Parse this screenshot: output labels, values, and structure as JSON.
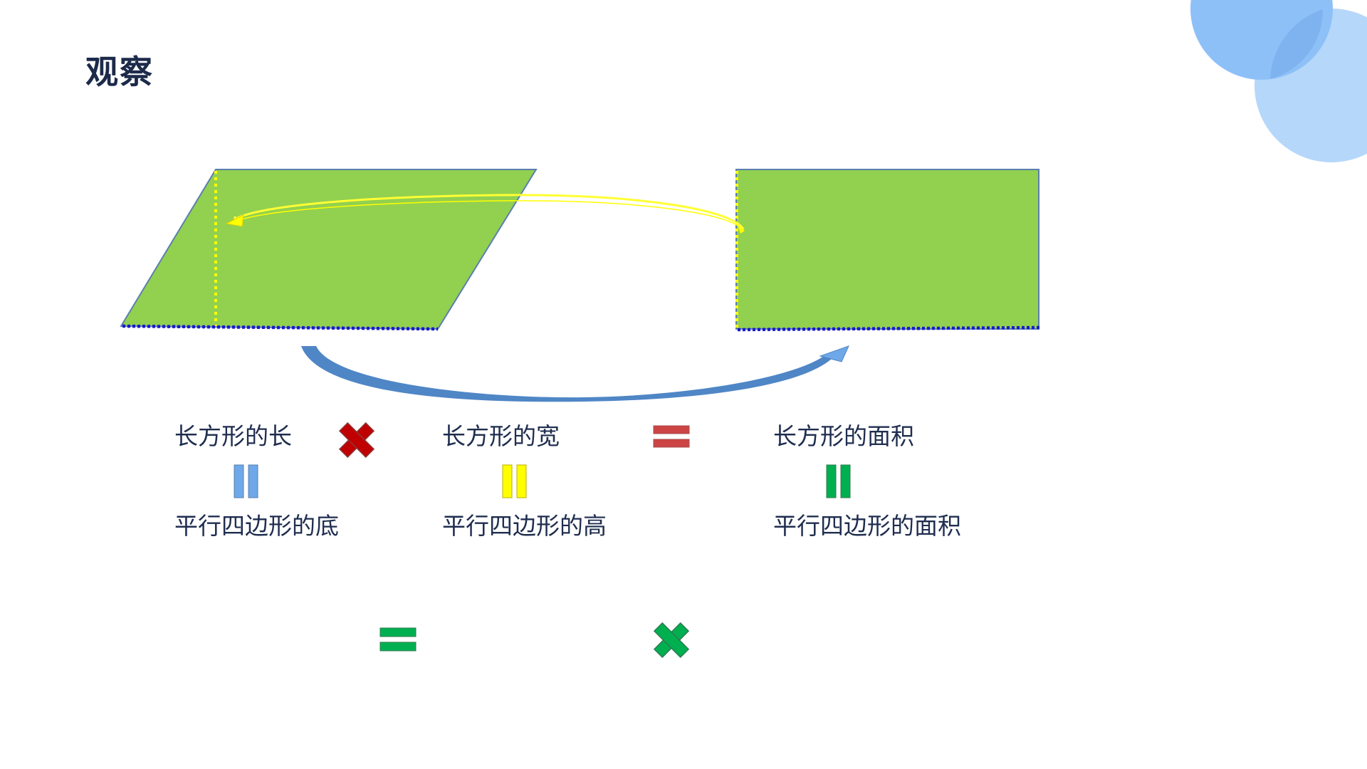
{
  "slide": {
    "title": "观察"
  },
  "colors": {
    "title": "#1c2a4a",
    "text": "#1f2d4f",
    "shape_fill": "#92d050",
    "shape_stroke": "#5b7fae",
    "height_dash": "#ffff00",
    "base_dash": "#1a1acc",
    "arrow_top": "#ffff33",
    "arrow_bottom": "#4f86c6",
    "bubble_dark": "#8ec0f8",
    "bubble_light": "#b5d7fa",
    "times_red": "#c00000",
    "equals_red": "#cc4444",
    "bar_blue": "#6ea8e8",
    "bar_yellow": "#ffff00",
    "bar_green": "#00b050"
  },
  "labels": {
    "rect_length": "长方形的长",
    "para_base": "平行四边形的底",
    "rect_width": "长方形的宽",
    "para_height": "平行四边形的高",
    "rect_area": "长方形的面积",
    "para_area": "平行四边形的面积"
  },
  "icons": {
    "times_top": "multiply-icon",
    "equals_top": "equals-icon",
    "equals_bottom": "equals-icon",
    "times_bottom": "multiply-icon",
    "parallel_bar_blue": "parallel-equals-icon",
    "parallel_bar_yellow": "parallel-equals-icon",
    "parallel_bar_green": "parallel-equals-icon"
  }
}
